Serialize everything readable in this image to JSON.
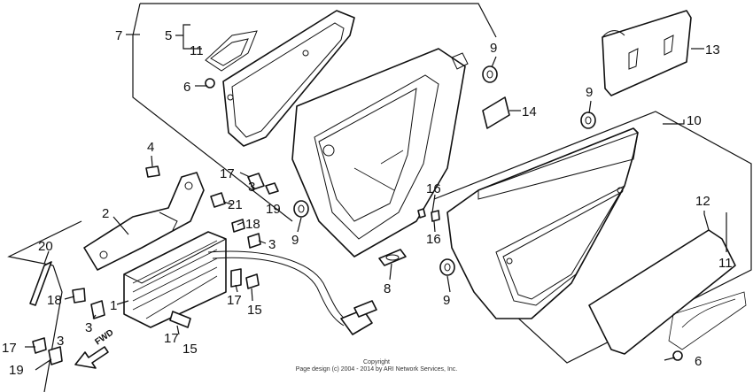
{
  "callouts": {
    "c1": "1",
    "c2": "2",
    "c3a": "3",
    "c3b": "3",
    "c3c": "3",
    "c3d": "3",
    "c4": "4",
    "c5": "5",
    "c6a": "6",
    "c6b": "6",
    "c7": "7",
    "c8": "8",
    "c9a": "9",
    "c9b": "9",
    "c9c": "9",
    "c9d": "9",
    "c10": "10",
    "c11a": "11",
    "c11b": "11",
    "c12": "12",
    "c13": "13",
    "c14": "14",
    "c15a": "15",
    "c15b": "15",
    "c16a": "16",
    "c16b": "16",
    "c17a": "17",
    "c17b": "17",
    "c17c": "17",
    "c17d": "17",
    "c18a": "18",
    "c18b": "18",
    "c19a": "19",
    "c19b": "19",
    "c20": "20",
    "c21": "21"
  },
  "fwd_label": "FWD",
  "copyright": {
    "line1": "Copyright",
    "line2": "Page design (c) 2004 - 2014 by ARI Network Services, Inc."
  }
}
